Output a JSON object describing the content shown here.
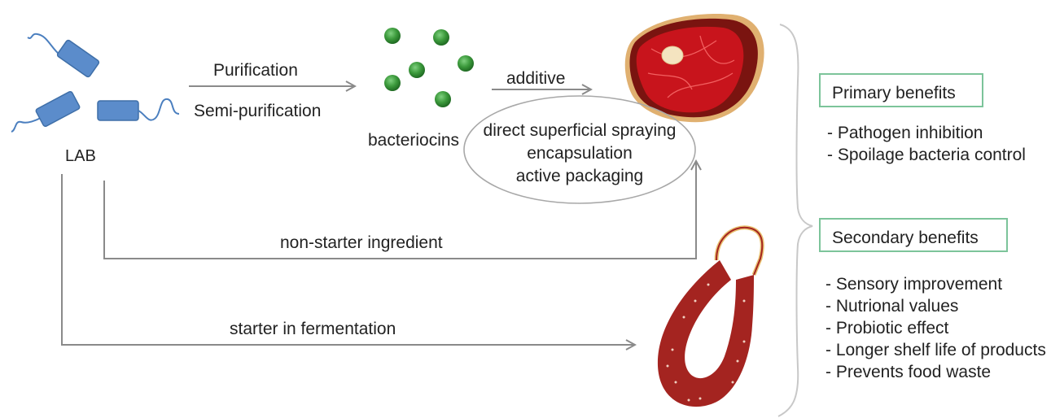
{
  "labels": {
    "lab": "LAB",
    "purification": "Purification",
    "semi_purification": "Semi-purification",
    "bacteriocins": "bacteriocins",
    "additive": "additive",
    "application_methods": [
      "direct superficial spraying",
      "encapsulation",
      "active packaging"
    ],
    "non_starter": "non-starter ingredient",
    "starter": "starter in fermentation"
  },
  "benefits": {
    "primary": {
      "title": "Primary benefits",
      "items": [
        "- Pathogen inhibition",
        "- Spoilage bacteria control"
      ]
    },
    "secondary": {
      "title": "Secondary benefits",
      "items": [
        "- Sensory improvement",
        "- Nutrional values",
        "- Probiotic effect",
        "- Longer shelf life of products",
        "- Prevents food waste"
      ]
    }
  },
  "colors": {
    "bacteria": "#5b8ccb",
    "bacteria_stroke": "#3f6fa8",
    "bacteriocin": "#3c9a3c",
    "arrow": "#8a8a8a",
    "box_border": "#7cc49a",
    "meat_dark": "#7a1410",
    "meat_red": "#c8141c",
    "sausage": "#a42420"
  },
  "icons": {
    "bacteria": "rod-bacteria-icon",
    "bacteriocins": "green-dots-icon",
    "meat": "meat-cut-icon",
    "sausage": "sausage-icon"
  }
}
